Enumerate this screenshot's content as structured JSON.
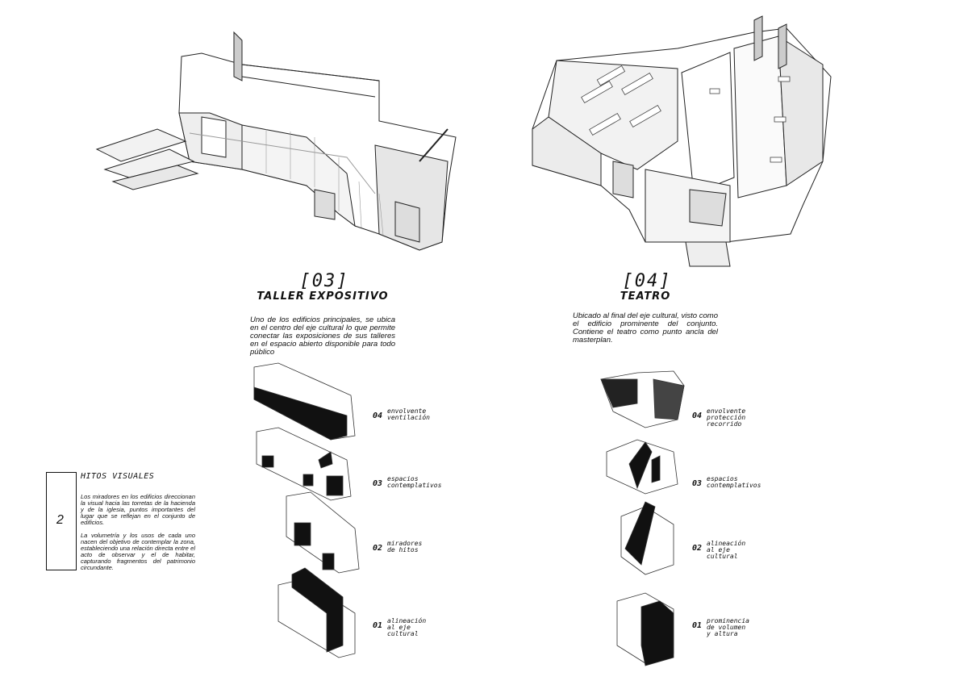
{
  "sections": [
    {
      "number": "[03]",
      "title": "TALLER EXPOSITIVO",
      "description": "Uno de los edificios principales, se ubica en el centro del eje cultural lo que permite conectar las exposiciones de sus talleres en el espacio abierto disponible para todo público",
      "steps": [
        {
          "n": "04",
          "text": "envolvente\nventilación"
        },
        {
          "n": "03",
          "text": "espacios\ncontemplativos"
        },
        {
          "n": "02",
          "text": "miradores\nde hitos"
        },
        {
          "n": "01",
          "text": "alineación\nal eje\ncultural"
        }
      ]
    },
    {
      "number": "[04]",
      "title": "TEATRO",
      "description": "Ubicado al final del eje cultural, visto como el edificio prominente del conjunto. Contiene el teatro como punto ancla del masterplan.",
      "steps": [
        {
          "n": "04",
          "text": "envolvente\nprotección\nrecorrido"
        },
        {
          "n": "03",
          "text": "espacios\ncontemplativos"
        },
        {
          "n": "02",
          "text": "alineación\nal eje\ncultural"
        },
        {
          "n": "01",
          "text": "prominencia\nde volumen\ny altura"
        }
      ]
    }
  ],
  "sidebar": {
    "number": "2",
    "heading": "HITOS VISUALES",
    "paragraph1": "Los miradores en los edificios direccionan la visual hacia las torretas de la hacienda y de la iglesia, puntos importantes del lugar que se reflejan en el conjunto de edificios.",
    "paragraph2": "La volumetría y los usos de cada uno nacen del objetivo de contemplar la zona, estableciendo una relación directa entre el acto de observar y el de habitar, capturando fragmentos del patrimonio circundante."
  }
}
